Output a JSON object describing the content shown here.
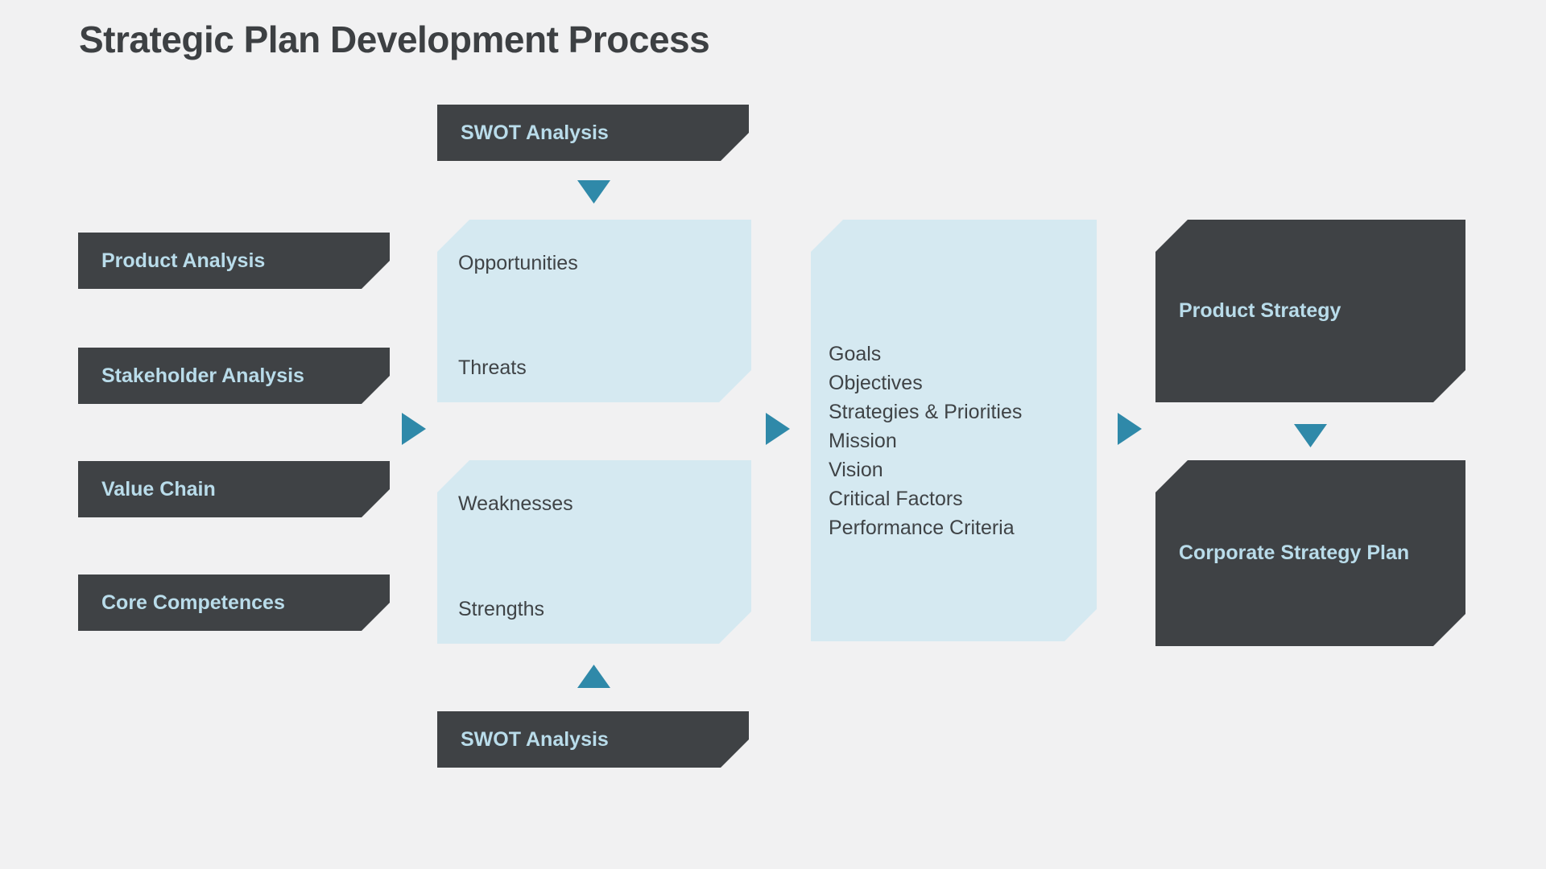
{
  "title": "Strategic Plan Development Process",
  "colors": {
    "background": "#f1f1f2",
    "dark_box": "#3f4245",
    "dark_box_text": "#b9dcea",
    "light_box": "#d5e9f1",
    "arrow": "#2f89a9",
    "text_dark": "#3f4346"
  },
  "left_column": {
    "items": [
      {
        "label": "Product Analysis"
      },
      {
        "label": "Stakeholder Analysis"
      },
      {
        "label": "Value Chain"
      },
      {
        "label": "Core Competences"
      }
    ]
  },
  "swot": {
    "top_label": "SWOT Analysis",
    "bottom_label": "SWOT Analysis",
    "external_panel": {
      "top": "Opportunities",
      "bottom": "Threats"
    },
    "internal_panel": {
      "top": "Weaknesses",
      "bottom": "Strengths"
    }
  },
  "strategy_summary": {
    "lines": [
      "Goals",
      "Objectives",
      "Strategies & Priorities",
      "Mission",
      "Vision",
      "Critical Factors",
      "Performance Criteria"
    ]
  },
  "right_column": {
    "product_strategy": "Product Strategy",
    "corporate_strategy_plan": "Corporate Strategy Plan"
  }
}
